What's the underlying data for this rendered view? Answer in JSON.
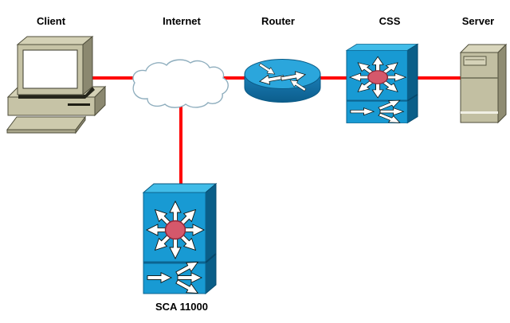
{
  "diagram": {
    "nodes": [
      {
        "id": "client",
        "label": "Client",
        "type": "workstation"
      },
      {
        "id": "internet",
        "label": "Internet",
        "type": "cloud"
      },
      {
        "id": "router",
        "label": "Router",
        "type": "router"
      },
      {
        "id": "css",
        "label": "CSS",
        "type": "content-switch"
      },
      {
        "id": "server",
        "label": "Server",
        "type": "server"
      },
      {
        "id": "sca11000",
        "label": "SCA 11000",
        "type": "content-switch"
      }
    ],
    "connections": [
      {
        "from": "Client",
        "to": "Internet"
      },
      {
        "from": "Internet",
        "to": "Router"
      },
      {
        "from": "Router",
        "to": "CSS"
      },
      {
        "from": "CSS",
        "to": "Server"
      },
      {
        "from": "Internet",
        "to": "SCA 11000"
      }
    ]
  },
  "colors": {
    "background": "#FFFFFF",
    "link": "#FF0000",
    "label": "#000000",
    "device-blue": "#189AD3",
    "device-blue-light": "#41BCE8",
    "device-blue-dark": "#0A5E88",
    "hub-red": "#D5586B",
    "chassis-beige": "#C6C3A6",
    "chassis-beige-dark": "#8B8870",
    "cloud-stroke": "#8FAEBE"
  }
}
